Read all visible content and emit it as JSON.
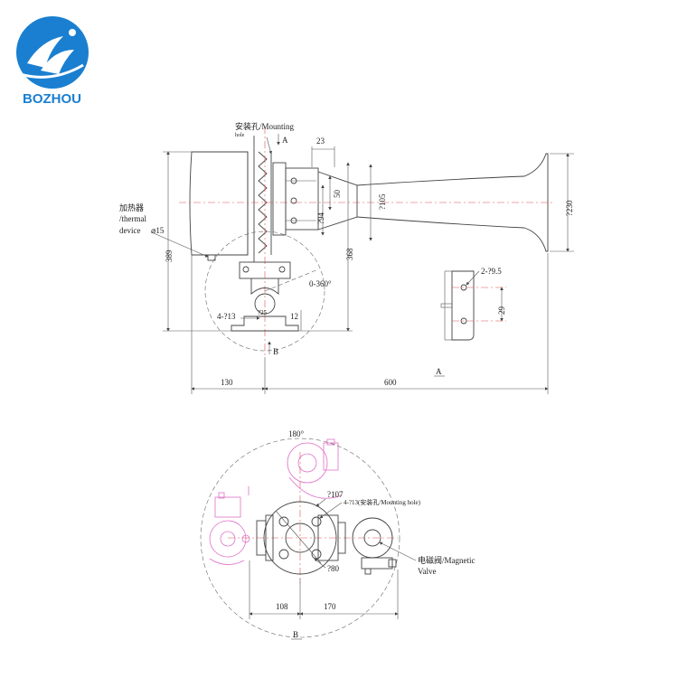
{
  "logo": {
    "brand": "BOZHOU"
  },
  "colors": {
    "logo_blue": "#1a7fd0",
    "center_line": "#e05050",
    "alt_position": "#e070c8",
    "line": "#444444"
  },
  "top_view": {
    "mounting_hole": "安装孔/Mounting",
    "mounting_hole_2": "hole",
    "section_A_mark": "A",
    "dim_23": "23",
    "dim_50": "50",
    "dim_105": "?105",
    "dim_94": "?94",
    "dim_230": "?230",
    "heater_cn": "加热器",
    "heater_en": "/thermal",
    "heater_dev": "device",
    "heater_dia": "⌀15",
    "dim_389": "389",
    "dim_368": "368",
    "rotation": "0-360°",
    "holes_4_13": "4-?13",
    "dim_25": "?25",
    "dim_12": "12",
    "section_B_mark": "B",
    "dim_130": "130",
    "dim_600": "600",
    "view_A_label": "A"
  },
  "detail_view": {
    "holes_2_9_5": "2-?9.5",
    "dim_29": "29"
  },
  "bottom_view": {
    "angle_180": "180°",
    "dim_107": "?107",
    "holes_label": "4-?13(安装孔/Mounting hole)",
    "dim_80": "?80",
    "valve_cn": "电磁阀/Magnetic",
    "valve_en": "Valve",
    "dim_108": "108",
    "dim_170": "170",
    "view_B_label": "B"
  }
}
